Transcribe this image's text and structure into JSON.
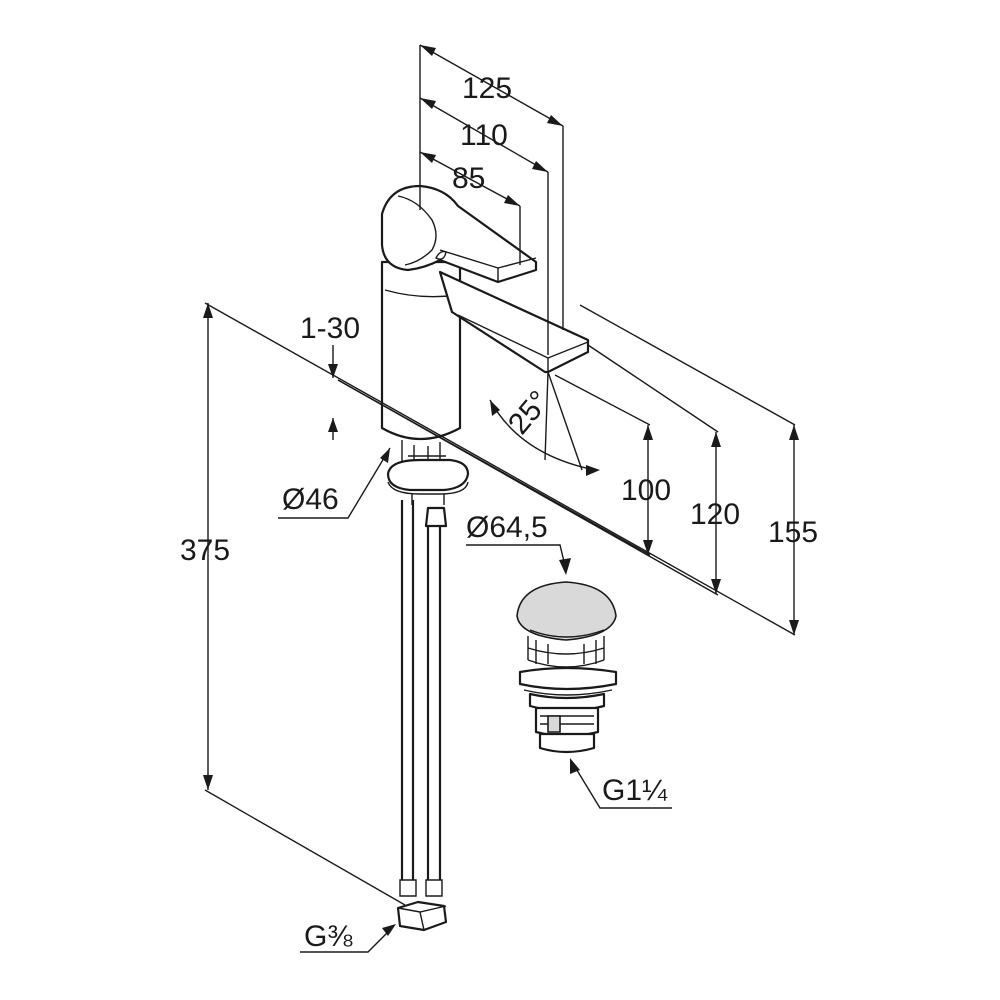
{
  "dimensions": {
    "spout_reach_outer": "125",
    "spout_reach_mid": "110",
    "spout_reach_inner": "85",
    "deck_thickness": "1-30",
    "swivel_angle": "25°",
    "height_outlet": "100",
    "height_lever": "120",
    "height_total": "155",
    "total_length_hoses": "375",
    "mounting_hole_diameter": "Ø46",
    "waste_cap_diameter": "Ø64,5",
    "waste_thread": "G1¼",
    "hose_thread": "G⅜"
  }
}
